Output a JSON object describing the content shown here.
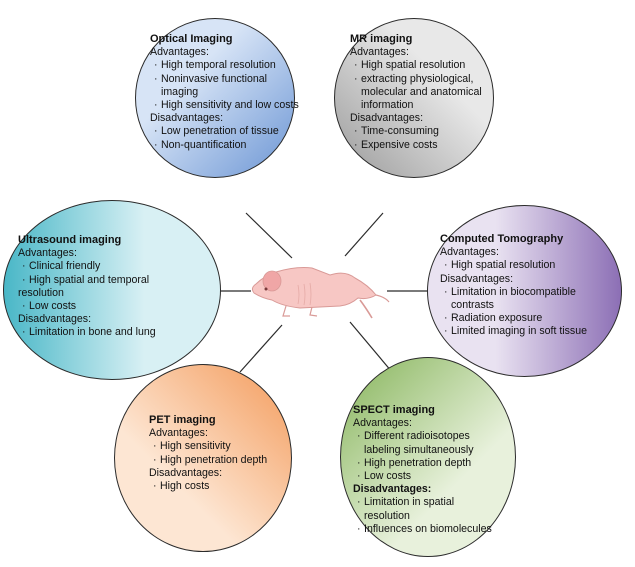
{
  "colors": {
    "optical": [
      "#d7e4f6",
      "#6b95d4"
    ],
    "mr": [
      "#e8e8e8",
      "#9a9a9a"
    ],
    "ct": [
      "#e9e2f1",
      "#8c6fb5"
    ],
    "spect": [
      "#e8f1dc",
      "#86b45a"
    ],
    "pet": [
      "#fde6d3",
      "#f39a5a"
    ],
    "ultrasound": [
      "#d8f0f4",
      "#49b7c7"
    ],
    "connector": "#2b2b2b"
  },
  "modalities": {
    "optical": {
      "title": "Optical Imaging",
      "advantages_label": "Advantages:",
      "advantages": [
        "High temporal resolution",
        "Noninvasive functional",
        "imaging",
        "High sensitivity and low costs"
      ],
      "disadvantages_label": "Disadvantages:",
      "disadvantages": [
        "Low penetration of tissue",
        "Non-quantification"
      ]
    },
    "mr": {
      "title": "MR imaging",
      "advantages_label": "Advantages:",
      "advantages": [
        "High  spatial resolution",
        "extracting physiological,",
        "molecular and anatomical",
        "information"
      ],
      "disadvantages_label": "Disadvantages:",
      "disadvantages": [
        "Time-consuming",
        "Expensive costs"
      ]
    },
    "ultrasound": {
      "title": "Ultrasound imaging",
      "advantages_label": "Advantages:",
      "advantages": [
        "Clinical  friendly",
        "High spatial and temporal",
        "resolution",
        "Low costs"
      ],
      "disadvantages_label": "Disadvantages:",
      "disadvantages": [
        "Limitation in bone and lung"
      ]
    },
    "ct": {
      "title": "Computed Tomography",
      "advantages_label": "Advantages:",
      "advantages": [
        "High spatial resolution"
      ],
      "disadvantages_label": "Disadvantages:",
      "disadvantages": [
        "Limitation in biocompatible",
        "contrasts",
        "Radiation exposure",
        "Limited imaging in soft tissue"
      ]
    },
    "pet": {
      "title": "PET imaging",
      "advantages_label": "Advantages:",
      "advantages": [
        "High sensitivity",
        "High penetration depth"
      ],
      "disadvantages_label": "Disadvantages:",
      "disadvantages": [
        "High costs"
      ]
    },
    "spect": {
      "title": "SPECT imaging",
      "advantages_label": "Advantages:",
      "advantages": [
        "Different radioisotopes",
        "labeling simultaneously",
        "High penetration depth",
        "Low costs"
      ],
      "disadvantages_label": "Disadvantages:",
      "disadvantages": [
        "Limitation in spatial",
        "resolution",
        "Influences on biomolecules"
      ]
    }
  }
}
